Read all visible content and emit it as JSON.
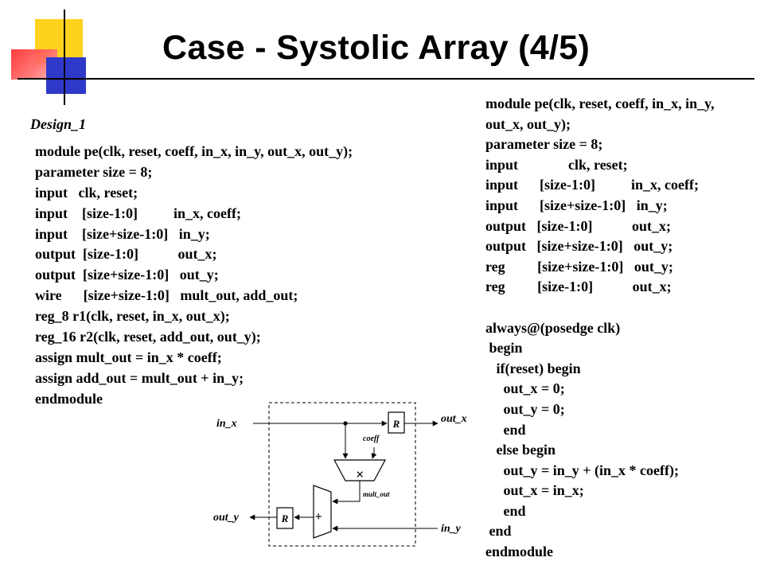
{
  "slide": {
    "title": "Case - Systolic Array (4/5)",
    "design_label": "Design_1"
  },
  "left_code": [
    "module pe(clk, reset, coeff, in_x, in_y, out_x, out_y);",
    "parameter size = 8;",
    "input   clk, reset;",
    "input    [size-1:0]          in_x, coeff;",
    "input    [size+size-1:0]   in_y;",
    "output  [size-1:0]           out_x;",
    "output  [size+size-1:0]   out_y;",
    "wire      [size+size-1:0]   mult_out, add_out;",
    "reg_8 r1(clk, reset, in_x, out_x);",
    "reg_16 r2(clk, reset, add_out, out_y);",
    "assign mult_out = in_x * coeff;",
    "assign add_out = mult_out + in_y;",
    "endmodule"
  ],
  "right_code": [
    "module pe(clk, reset, coeff, in_x, in_y,",
    "out_x, out_y);",
    "parameter size = 8;",
    "input              clk, reset;",
    "input      [size-1:0]          in_x, coeff;",
    "input      [size+size-1:0]   in_y;",
    "output   [size-1:0]           out_x;",
    "output   [size+size-1:0]   out_y;",
    "reg         [size+size-1:0]   out_y;",
    "reg         [size-1:0]           out_x;",
    "",
    "always@(posedge clk)",
    " begin",
    "   if(reset) begin",
    "     out_x = 0;",
    "     out_y = 0;",
    "     end",
    "   else begin",
    "     out_y = in_y + (in_x * coeff);",
    "     out_x = in_x;",
    "     end",
    " end",
    "endmodule"
  ],
  "diagram": {
    "in_x": "in_x",
    "out_x": "out_x",
    "out_y": "out_y",
    "in_y": "in_y",
    "coeff": "coeff",
    "mult_out": "mult_out",
    "register": "R",
    "multiply_symbol": "×",
    "add_symbol": "+"
  }
}
